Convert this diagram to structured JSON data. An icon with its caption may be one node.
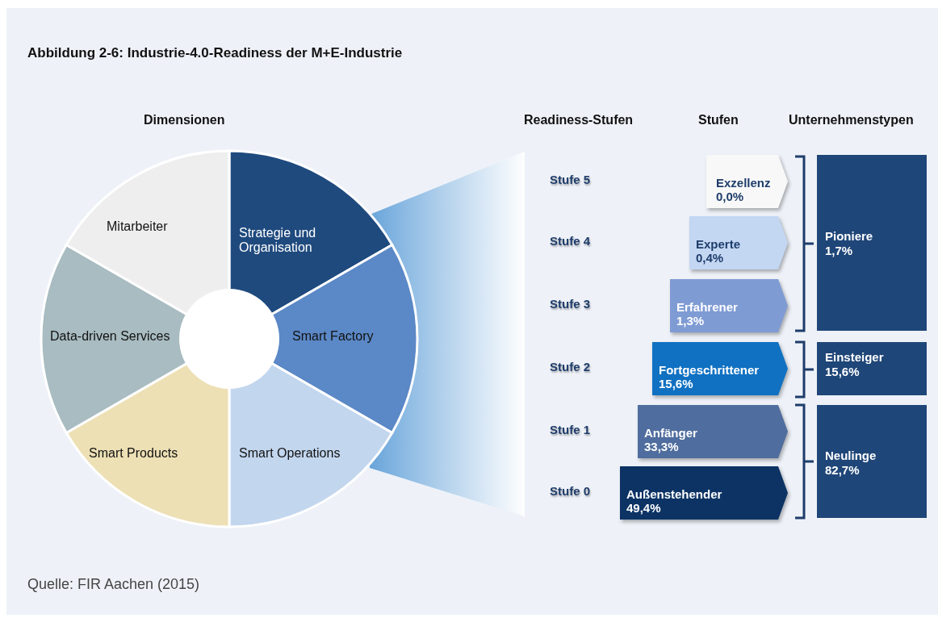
{
  "diagram": {
    "title": "Abbildung 2-6: Industrie-4.0-Readiness der M+E-Industrie",
    "caption": "Quelle: FIR Aachen (2015)",
    "nodes": [
      {
        "text": [
          "Strategie und Organisation"
        ]
      },
      {
        "text": [
          "Smart Factory"
        ]
      },
      {
        "text": [
          "Smart Operations"
        ]
      },
      {
        "text": [
          "Smart Products"
        ]
      },
      {
        "text": [
          "Data-driven Services"
        ]
      },
      {
        "text": [
          "Mitarbeiter"
        ]
      },
      {
        "text": [
          "Exzellenz",
          "0,0%"
        ]
      },
      {
        "text": [
          "Experte",
          "0,4%"
        ]
      },
      {
        "text": [
          "Erfahrener",
          "1,3%"
        ]
      },
      {
        "text": [
          "Fortgeschrittener",
          "15,6%"
        ]
      },
      {
        "text": [
          "Anfänger",
          "33,3%"
        ]
      },
      {
        "text": [
          "Außenstehender",
          "49,4%"
        ]
      },
      {
        "text": [
          "Pioniere",
          "1,7%"
        ]
      },
      {
        "text": [
          "Einsteiger",
          "15,6%"
        ]
      },
      {
        "text": [
          "Neulinge",
          "82,7%"
        ]
      }
    ],
    "edges": [],
    "labels": [
      "Dimensionen",
      "Readiness-Stufen",
      "Stufen",
      "Unternehmenstypen",
      "Stufe 5",
      "Stufe 4",
      "Stufe 3",
      "Stufe 2",
      "Stufe 1",
      "Stufe 0"
    ]
  }
}
